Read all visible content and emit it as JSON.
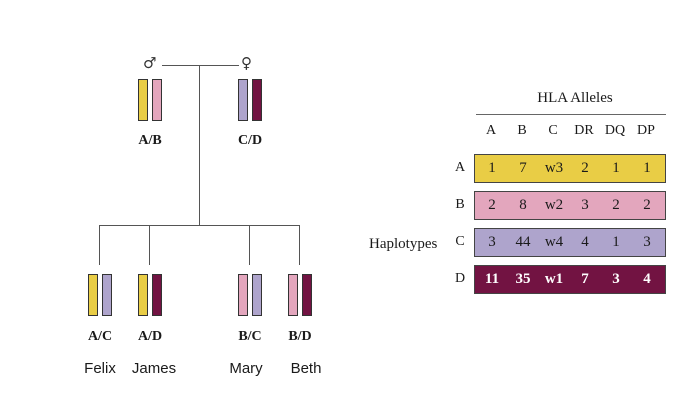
{
  "colors": {
    "A": "#e9cd45",
    "B": "#e3a6bd",
    "C": "#aea4cc",
    "D": "#721342"
  },
  "pedigree": {
    "father": {
      "symbol": "♂",
      "genotype": "A/B",
      "haplotypes": [
        "A",
        "B"
      ]
    },
    "mother": {
      "symbol": "♀",
      "genotype": "C/D",
      "haplotypes": [
        "C",
        "D"
      ]
    },
    "children": [
      {
        "name": "Felix",
        "genotype": "A/C",
        "haplotypes": [
          "A",
          "C"
        ]
      },
      {
        "name": "James",
        "genotype": "A/D",
        "haplotypes": [
          "A",
          "D"
        ]
      },
      {
        "name": "Mary",
        "genotype": "B/C",
        "haplotypes": [
          "B",
          "C"
        ]
      },
      {
        "name": "Beth",
        "genotype": "B/D",
        "haplotypes": [
          "B",
          "D"
        ]
      }
    ]
  },
  "table": {
    "title": "HLA Alleles",
    "side_label": "Haplotypes",
    "columns": [
      "A",
      "B",
      "C",
      "DR",
      "DQ",
      "DP"
    ],
    "rows": [
      {
        "label": "A",
        "values": [
          "1",
          "7",
          "w3",
          "2",
          "1",
          "1"
        ]
      },
      {
        "label": "B",
        "values": [
          "2",
          "8",
          "w2",
          "3",
          "2",
          "2"
        ]
      },
      {
        "label": "C",
        "values": [
          "3",
          "44",
          "w4",
          "4",
          "1",
          "3"
        ]
      },
      {
        "label": "D",
        "values": [
          "11",
          "35",
          "w1",
          "7",
          "3",
          "4"
        ]
      }
    ]
  }
}
